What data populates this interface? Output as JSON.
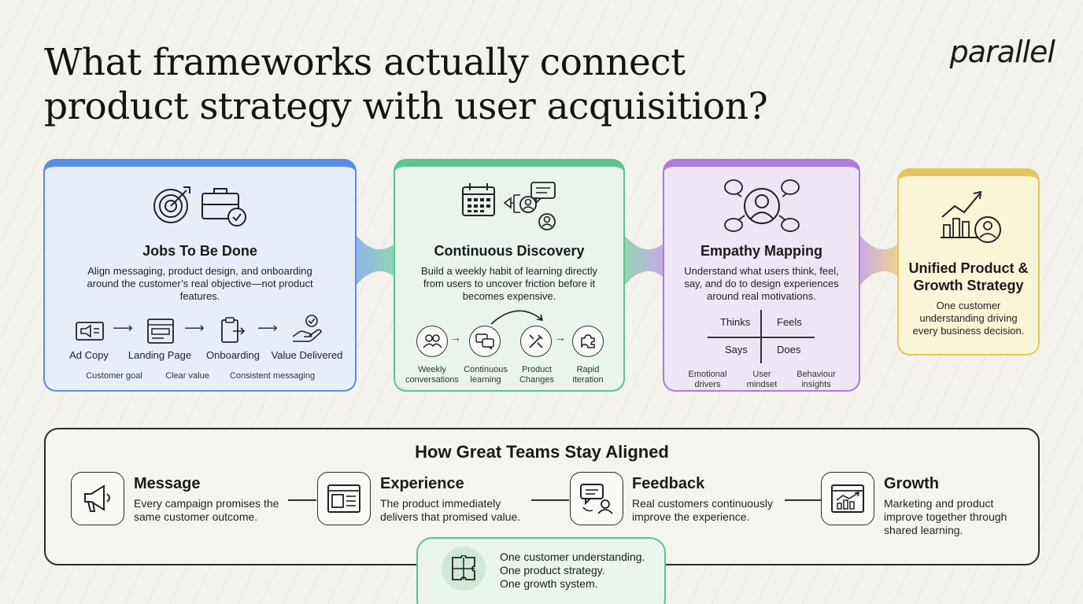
{
  "title": {
    "line1": "What frameworks actually connect",
    "line2": "product strategy with user acquisition?"
  },
  "logo": "parallel",
  "colors": {
    "blue": "#5a8ee6",
    "green": "#5cc490",
    "purple": "#ad7ae0",
    "yellow": "#e6c65a"
  },
  "jtbd": {
    "icons": [
      "target-icon",
      "briefcase-check-icon"
    ],
    "title": "Jobs To Be Done",
    "desc": [
      "Align messaging, product design, and onboarding",
      "around the customer’s real objective—not product",
      "features."
    ],
    "flow": [
      {
        "label": "Ad Copy",
        "icon": "megaphone-screen-icon"
      },
      {
        "label": "Landing Page",
        "icon": "browser-window-icon"
      },
      {
        "label": "Onboarding",
        "icon": "clipboard-arrow-icon"
      },
      {
        "label": "Value Delivered",
        "icon": "hand-check-icon"
      }
    ],
    "subs": [
      "Customer goal",
      "Clear value",
      "Consistent messaging"
    ]
  },
  "discovery": {
    "icons": [
      "calendar-icon",
      "users-chat-icon"
    ],
    "title": "Continuous Discovery",
    "desc": [
      "Build a weekly habit of learning directly",
      "from users to uncover friction before it",
      "becomes expensive."
    ],
    "flow": [
      {
        "label": [
          "Weekly",
          "conversations"
        ],
        "icon": "people-icon"
      },
      {
        "label": [
          "Continuous",
          "learning"
        ],
        "icon": "chat-bubbles-icon"
      },
      {
        "label": [
          "Product",
          "Changes"
        ],
        "icon": "tools-icon"
      },
      {
        "label": [
          "Rapid",
          "iteration"
        ],
        "icon": "puzzle-icon"
      }
    ]
  },
  "empathy": {
    "icons": [
      "user-thoughts-icon"
    ],
    "title": "Empathy Mapping",
    "desc": [
      "Understand what users think, feel,",
      "say, and do to design experiences",
      "around real motivations."
    ],
    "quadrants": [
      "Thinks",
      "Feels",
      "Says",
      "Does"
    ],
    "labels": [
      [
        "Emotional",
        "drivers"
      ],
      [
        "User",
        "mindset"
      ],
      [
        "Behaviour",
        "insights"
      ]
    ]
  },
  "unified": {
    "icons": [
      "growth-chart-user-icon"
    ],
    "title": [
      "Unified Product &",
      "Growth Strategy"
    ],
    "desc": [
      "One customer",
      "understanding driving",
      "every business decision."
    ]
  },
  "aligned": {
    "title": "How Great Teams Stay Aligned",
    "steps": [
      {
        "title": "Message",
        "desc": [
          "Every campaign promises the",
          "same customer outcome."
        ],
        "icon": "megaphone-icon"
      },
      {
        "title": "Experience",
        "desc": [
          "The product immediately",
          "delivers that promised value."
        ],
        "icon": "app-window-icon"
      },
      {
        "title": "Feedback",
        "desc": [
          "Real customers continuously",
          "improve the experience."
        ],
        "icon": "feedback-user-icon"
      },
      {
        "title": "Growth",
        "desc": [
          "Marketing and product",
          "improve together through",
          "shared learning."
        ],
        "icon": "growth-chart-icon"
      }
    ]
  },
  "footer": {
    "icon": "puzzle-pieces-icon",
    "lines": [
      "One customer understanding.",
      "One product strategy.",
      "One growth system."
    ]
  }
}
